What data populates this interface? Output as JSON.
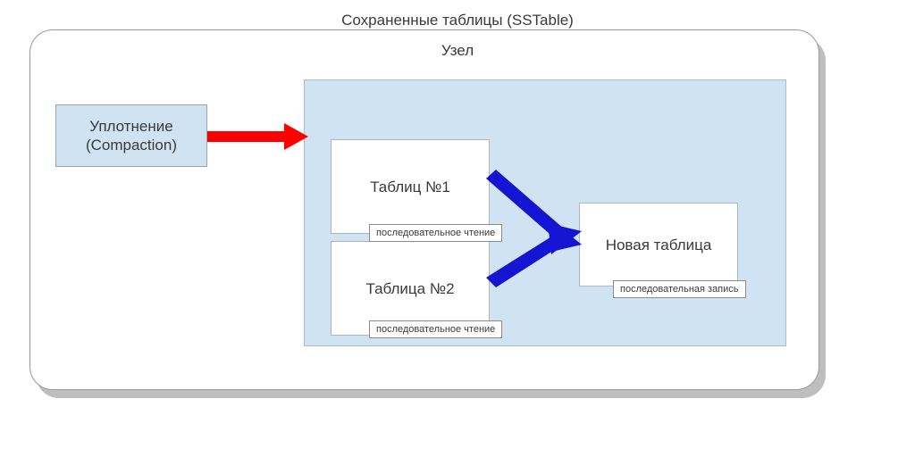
{
  "diagram": {
    "node": {
      "title": "Узел"
    },
    "sstable_panel": {
      "title": "Сохраненные таблицы\n(SSTable)"
    },
    "boxes": {
      "compaction": "Уплотнение\n(Compaction)",
      "table1": "Таблиц №1",
      "table2": "Таблица №2",
      "new_table": "Новая таблица"
    },
    "chips": {
      "sequential_read_1": "последовательное чтение",
      "sequential_read_2": "последовательное чтение",
      "sequential_write": "последовательная запись"
    },
    "arrows": {
      "compaction_to_sstable": {
        "color": "#ff0000",
        "from": "compaction",
        "to": "sstable-panel"
      },
      "table1_to_new": {
        "color": "#1414d2",
        "from": "table1",
        "to": "new_table"
      },
      "table2_to_new": {
        "color": "#1414d2",
        "from": "table2",
        "to": "new_table"
      }
    },
    "colors": {
      "panel_fill": "#cfe3f3",
      "panel_border": "#a9bdd0",
      "box_fill_blue": "#cfe3f3",
      "box_fill_white": "#ffffff",
      "node_border": "#9a9a9a",
      "shadow": "#b3b3b3",
      "red_arrow": "#ff0000",
      "blue_arrow": "#1414d2",
      "text": "#3a3a3a"
    }
  }
}
